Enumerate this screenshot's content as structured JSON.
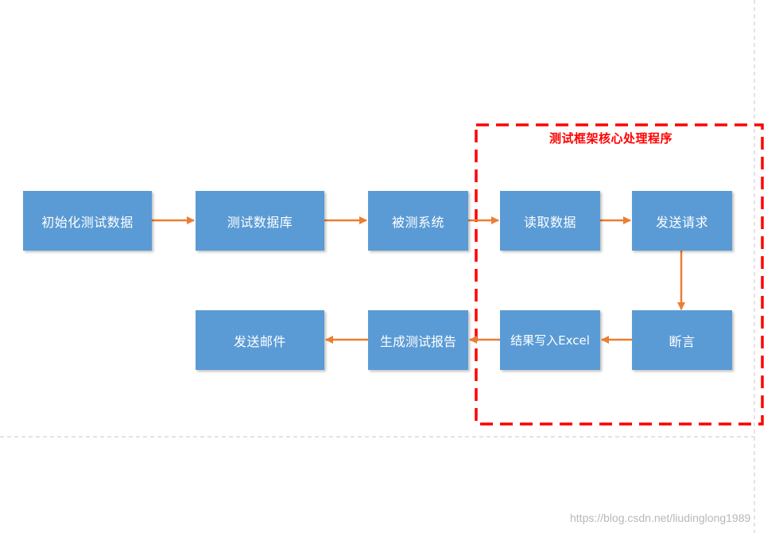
{
  "colors": {
    "node_fill": "#5b9bd5",
    "node_text": "#ffffff",
    "arrow": "#ed7d31",
    "group_border": "#ff0000",
    "group_label": "#ff0000",
    "page_border": "#c8c8c8",
    "watermark": "#b8b8b8"
  },
  "diagram": {
    "nodes": [
      {
        "id": "init",
        "label": "初始化测试数据"
      },
      {
        "id": "db",
        "label": "测试数据库"
      },
      {
        "id": "sut",
        "label": "被测系统"
      },
      {
        "id": "read",
        "label": "读取数据"
      },
      {
        "id": "send",
        "label": "发送请求"
      },
      {
        "id": "assert",
        "label": "断言"
      },
      {
        "id": "excel",
        "label": "结果写入Excel"
      },
      {
        "id": "report",
        "label": "生成测试报告"
      },
      {
        "id": "mail",
        "label": "发送邮件"
      }
    ],
    "edges": [
      {
        "from": "init",
        "to": "db"
      },
      {
        "from": "db",
        "to": "sut"
      },
      {
        "from": "sut",
        "to": "read"
      },
      {
        "from": "read",
        "to": "send"
      },
      {
        "from": "send",
        "to": "assert"
      },
      {
        "from": "assert",
        "to": "excel"
      },
      {
        "from": "excel",
        "to": "report"
      },
      {
        "from": "report",
        "to": "mail"
      }
    ],
    "group": {
      "label": "测试框架核心处理程序",
      "members": [
        "read",
        "send",
        "assert",
        "excel"
      ]
    }
  },
  "watermark": "https://blog.csdn.net/liudinglong1989"
}
